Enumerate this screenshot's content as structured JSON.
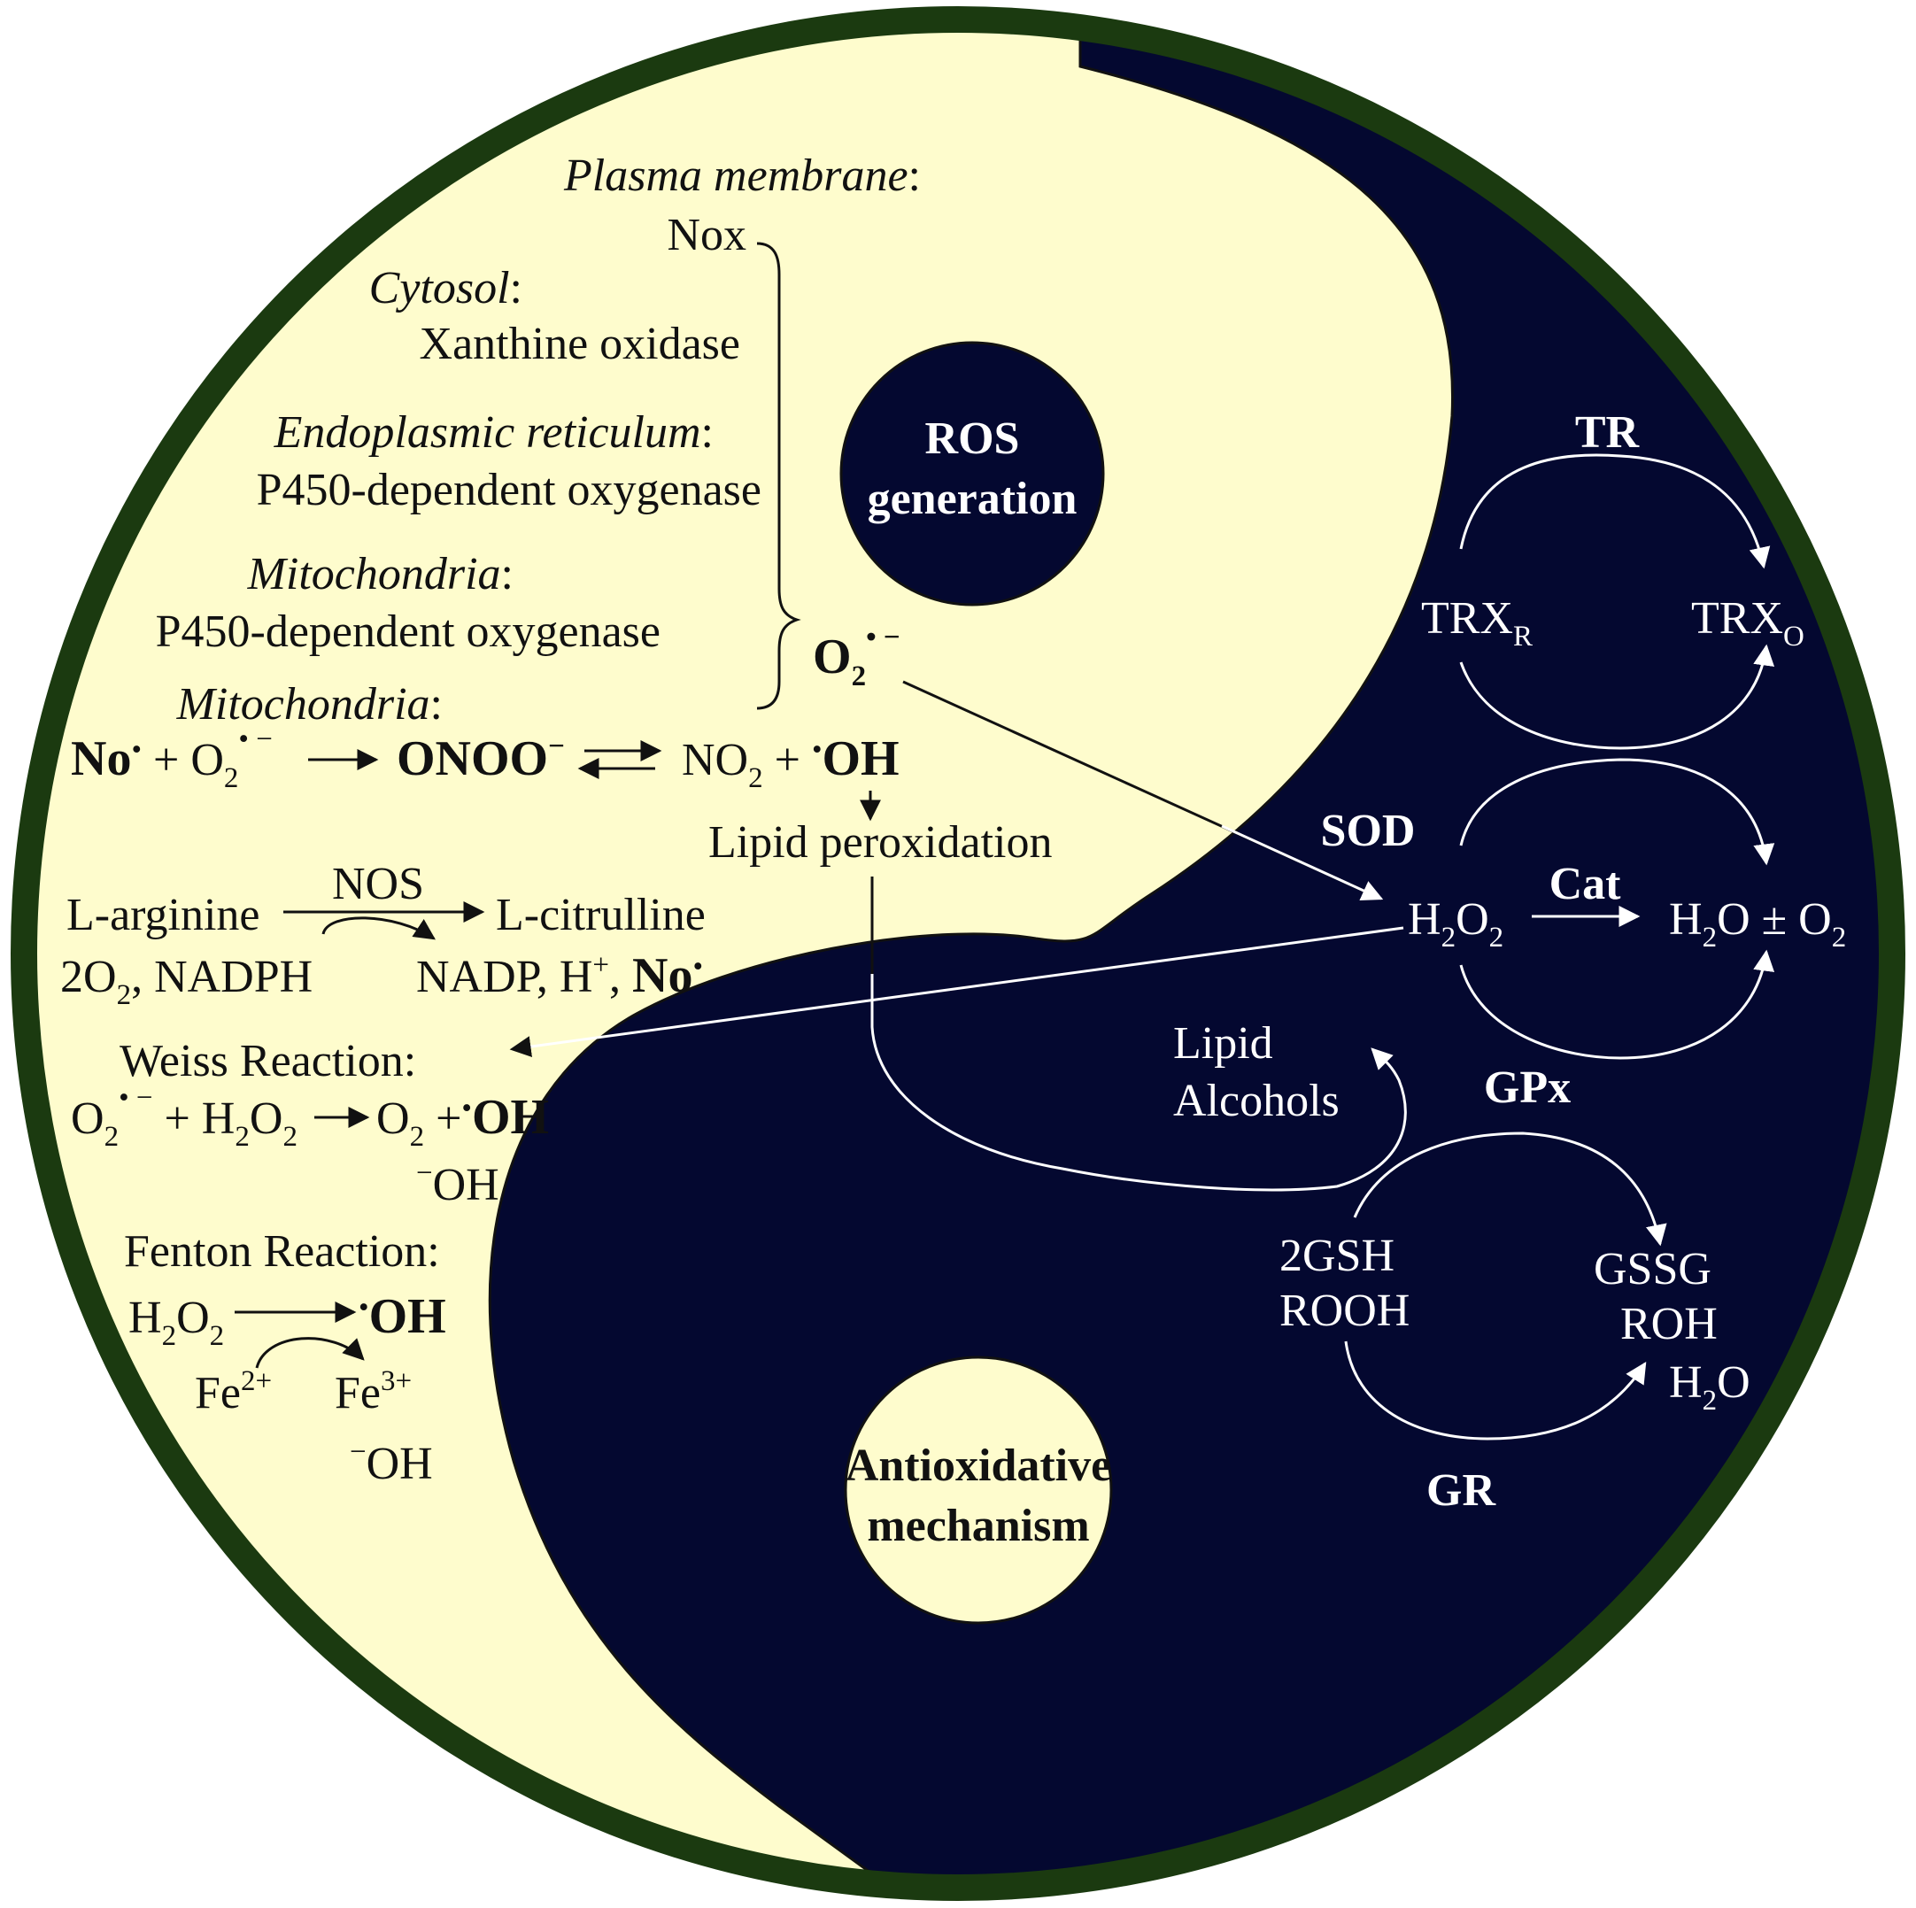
{
  "colors": {
    "border": "#1b3a10",
    "light": "#fefccd",
    "dark": "#040830",
    "text_dark": "#111111",
    "text_light": "#ffffff"
  },
  "centers": {
    "ros_line1": "ROS",
    "ros_line2": "generation",
    "anti_line1": "Antioxidative",
    "anti_line2": "mechanism"
  },
  "sources": {
    "plasma_membrane": "Plasma membrane",
    "nox": "Nox",
    "cytosol": "Cytosol",
    "xanthine_oxidase": "Xanthine oxidase",
    "er": "Endoplasmic reticulum",
    "p450_er": "P450-dependent oxygenase",
    "mito1": "Mitochondria",
    "p450_mito": "P450-dependent oxygenase",
    "mito2": "Mitochondria",
    "colon": ":"
  },
  "superoxide": {
    "o": "O",
    "sub": "2",
    "sup": "• −"
  },
  "peroxynitrite": {
    "no": "No",
    "dot": "•",
    "plus_o": " + O",
    "two": "2",
    "radical": "• −",
    "onoo": "ONOO",
    "minus": "−",
    "no2": "NO",
    "no2_sub": "2",
    "plus": " + ",
    "oh": "OH",
    "lipid_peroxidation": "Lipid peroxidation"
  },
  "nos": {
    "enzyme": "NOS",
    "l_arginine": "L-arginine",
    "l_citrulline": "L-citrulline",
    "two_o": "2O",
    "two_o_sub": "2",
    "nadph": ",  NADPH",
    "nadp": "NADP, H",
    "hplus": "+",
    "comma": ", ",
    "no": "No",
    "dot": "•"
  },
  "weiss": {
    "title": "Weiss Reaction:",
    "o": "O",
    "o_sub": "2",
    "o_sup": "• −",
    "plus_h": " + H",
    "h_sub1": "2",
    "h_o": "O",
    "h_sub2": "2",
    "o2": "O",
    "o2_sub": "2",
    "plus": " +",
    "dot": "•",
    "oh": "OH",
    "hydroxide_minus": "−",
    "hydroxide": "OH"
  },
  "fenton": {
    "title": "Fenton Reaction:",
    "h": "H",
    "h_sub1": "2",
    "o": "O",
    "o_sub2": "2",
    "dot": "•",
    "oh": "OH",
    "fe2": "Fe",
    "fe2_sup": "2+",
    "fe3": "Fe",
    "fe3_sup": "3+",
    "hydroxide_minus": "−",
    "hydroxide": "OH"
  },
  "antioxidant": {
    "tr": "TR",
    "trx": "TRX",
    "trx_r_sub": "R",
    "trx_o_sub": "O",
    "sod": "SOD",
    "cat": "Cat",
    "h": "H",
    "h2o2_sub1": "2",
    "o": "O",
    "h2o2_sub2": "2",
    "h2o_pm": "O ± O",
    "h2o_sub": "2",
    "o2_sub": "2",
    "gpx": "GPx",
    "gr": "GR",
    "lipid": "Lipid",
    "alcohols": "Alcohols",
    "gsh": "2GSH",
    "rooh": "ROOH",
    "gssg": "GSSG",
    "roh": "ROH",
    "water_h": "H",
    "water_sub": "2",
    "water_o": "O"
  }
}
